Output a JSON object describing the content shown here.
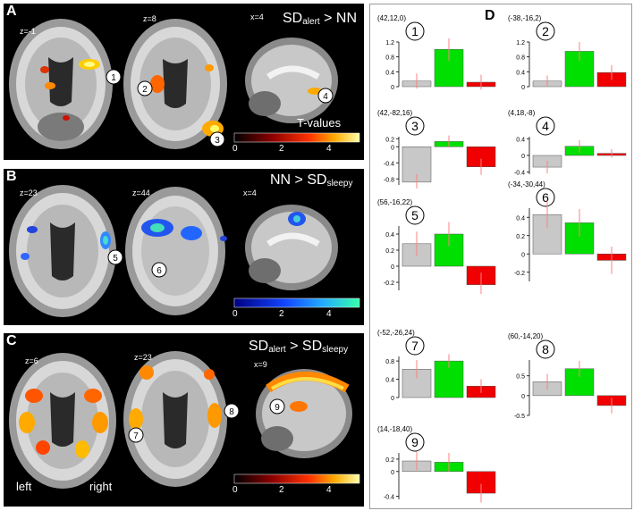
{
  "figure": {
    "panels": {
      "A": {
        "label": "A",
        "slices": [
          "z=-1",
          "z=8",
          "x=4"
        ],
        "title_main": "SD",
        "title_sub": "alert",
        "title_rest": " > NN",
        "colorbar_title": "T-values",
        "colorbar_ticks": [
          "0",
          "2",
          "4"
        ],
        "markers": [
          "1",
          "2",
          "3",
          "4"
        ]
      },
      "B": {
        "label": "B",
        "slices": [
          "z=23",
          "z=44",
          "x=4"
        ],
        "title_main": "NN > SD",
        "title_sub": "sleepy",
        "colorbar_ticks": [
          "0",
          "2",
          "4"
        ],
        "markers": [
          "5",
          "6"
        ]
      },
      "C": {
        "label": "C",
        "slices": [
          "z=6",
          "z=23",
          "x=9"
        ],
        "title_main": "SD",
        "title_sub": "alert",
        "title_rest": " > SD",
        "title_sub2": "sleepy",
        "colorbar_ticks": [
          "0",
          "2",
          "4"
        ],
        "markers": [
          "7",
          "8",
          "9"
        ],
        "left_label": "left",
        "right_label": "right"
      },
      "D": {
        "label": "D"
      }
    },
    "colors": {
      "gray": "#c8c8c8",
      "green": "#00e000",
      "red": "#f00000",
      "hot_low": "#8b0000",
      "hot_high": "#ffff66",
      "cool_low": "#0000c8",
      "cool_high": "#33ffaa"
    }
  },
  "chart_data": [
    {
      "type": "bar",
      "id": "1",
      "coord": "(42,12,0)",
      "categories": [
        "gray",
        "green",
        "red"
      ],
      "values": [
        0.15,
        1.0,
        0.12
      ],
      "errors": [
        0.2,
        0.3,
        0.2
      ],
      "ylim": [
        0,
        1.2
      ],
      "yticks": [
        "1.2",
        "0.8",
        "0.4",
        "0"
      ]
    },
    {
      "type": "bar",
      "id": "2",
      "coord": "(-38,-16,2)",
      "categories": [
        "gray",
        "green",
        "red"
      ],
      "values": [
        0.15,
        0.95,
        0.38
      ],
      "errors": [
        0.15,
        0.25,
        0.2
      ],
      "ylim": [
        0,
        1.2
      ],
      "yticks": [
        "1.2",
        "0.8",
        "0.4",
        "0"
      ]
    },
    {
      "type": "bar",
      "id": "3",
      "coord": "(42,-82,16)",
      "categories": [
        "gray",
        "green",
        "red"
      ],
      "values": [
        -0.88,
        0.13,
        -0.5
      ],
      "errors": [
        0.2,
        0.15,
        0.2
      ],
      "ylim": [
        -0.95,
        0.25
      ],
      "yticks": [
        "0.2",
        "0",
        "-0.4",
        "-0.8"
      ]
    },
    {
      "type": "bar",
      "id": "4",
      "coord": "(4,18,-8)",
      "categories": [
        "gray",
        "green",
        "red"
      ],
      "values": [
        -0.28,
        0.22,
        0.05
      ],
      "errors": [
        0.15,
        0.15,
        0.1
      ],
      "ylim": [
        -0.45,
        0.45
      ],
      "yticks": [
        "0.4",
        "0",
        "-0.4"
      ]
    },
    {
      "type": "bar",
      "id": "5",
      "coord": "(56,-16,22)",
      "categories": [
        "gray",
        "green",
        "red"
      ],
      "values": [
        0.28,
        0.4,
        -0.23
      ],
      "errors": [
        0.15,
        0.15,
        0.15
      ],
      "ylim": [
        -0.3,
        0.5
      ],
      "yticks": [
        "0.4",
        "0.2",
        "0",
        "-0.2"
      ]
    },
    {
      "type": "bar",
      "id": "6",
      "coord": "(-34,-30,44)",
      "categories": [
        "gray",
        "green",
        "red"
      ],
      "values": [
        0.43,
        0.34,
        -0.07
      ],
      "errors": [
        0.15,
        0.15,
        0.15
      ],
      "ylim": [
        -0.3,
        0.5
      ],
      "yticks": [
        "0.4",
        "0.2",
        "0",
        "-0.2"
      ]
    },
    {
      "type": "bar",
      "id": "7",
      "coord": "(-52,-26,24)",
      "categories": [
        "gray",
        "green",
        "red"
      ],
      "values": [
        0.62,
        0.8,
        0.25
      ],
      "errors": [
        0.2,
        0.15,
        0.15
      ],
      "ylim": [
        0,
        0.9
      ],
      "yticks": [
        "0.8",
        "0.4",
        "0"
      ]
    },
    {
      "type": "bar",
      "id": "8",
      "coord": "(60,-14,20)",
      "categories": [
        "gray",
        "green",
        "red"
      ],
      "values": [
        0.35,
        0.68,
        -0.25
      ],
      "errors": [
        0.2,
        0.2,
        0.2
      ],
      "ylim": [
        -0.5,
        0.9
      ],
      "yticks": [
        "0.5",
        "0",
        "-0.5"
      ]
    },
    {
      "type": "bar",
      "id": "9",
      "coord": "(14,-18,40)",
      "categories": [
        "gray",
        "green",
        "red"
      ],
      "values": [
        0.17,
        0.15,
        -0.35
      ],
      "errors": [
        0.15,
        0.15,
        0.15
      ],
      "ylim": [
        -0.45,
        0.3
      ],
      "yticks": [
        "0.2",
        "0",
        "-0.4"
      ]
    }
  ]
}
